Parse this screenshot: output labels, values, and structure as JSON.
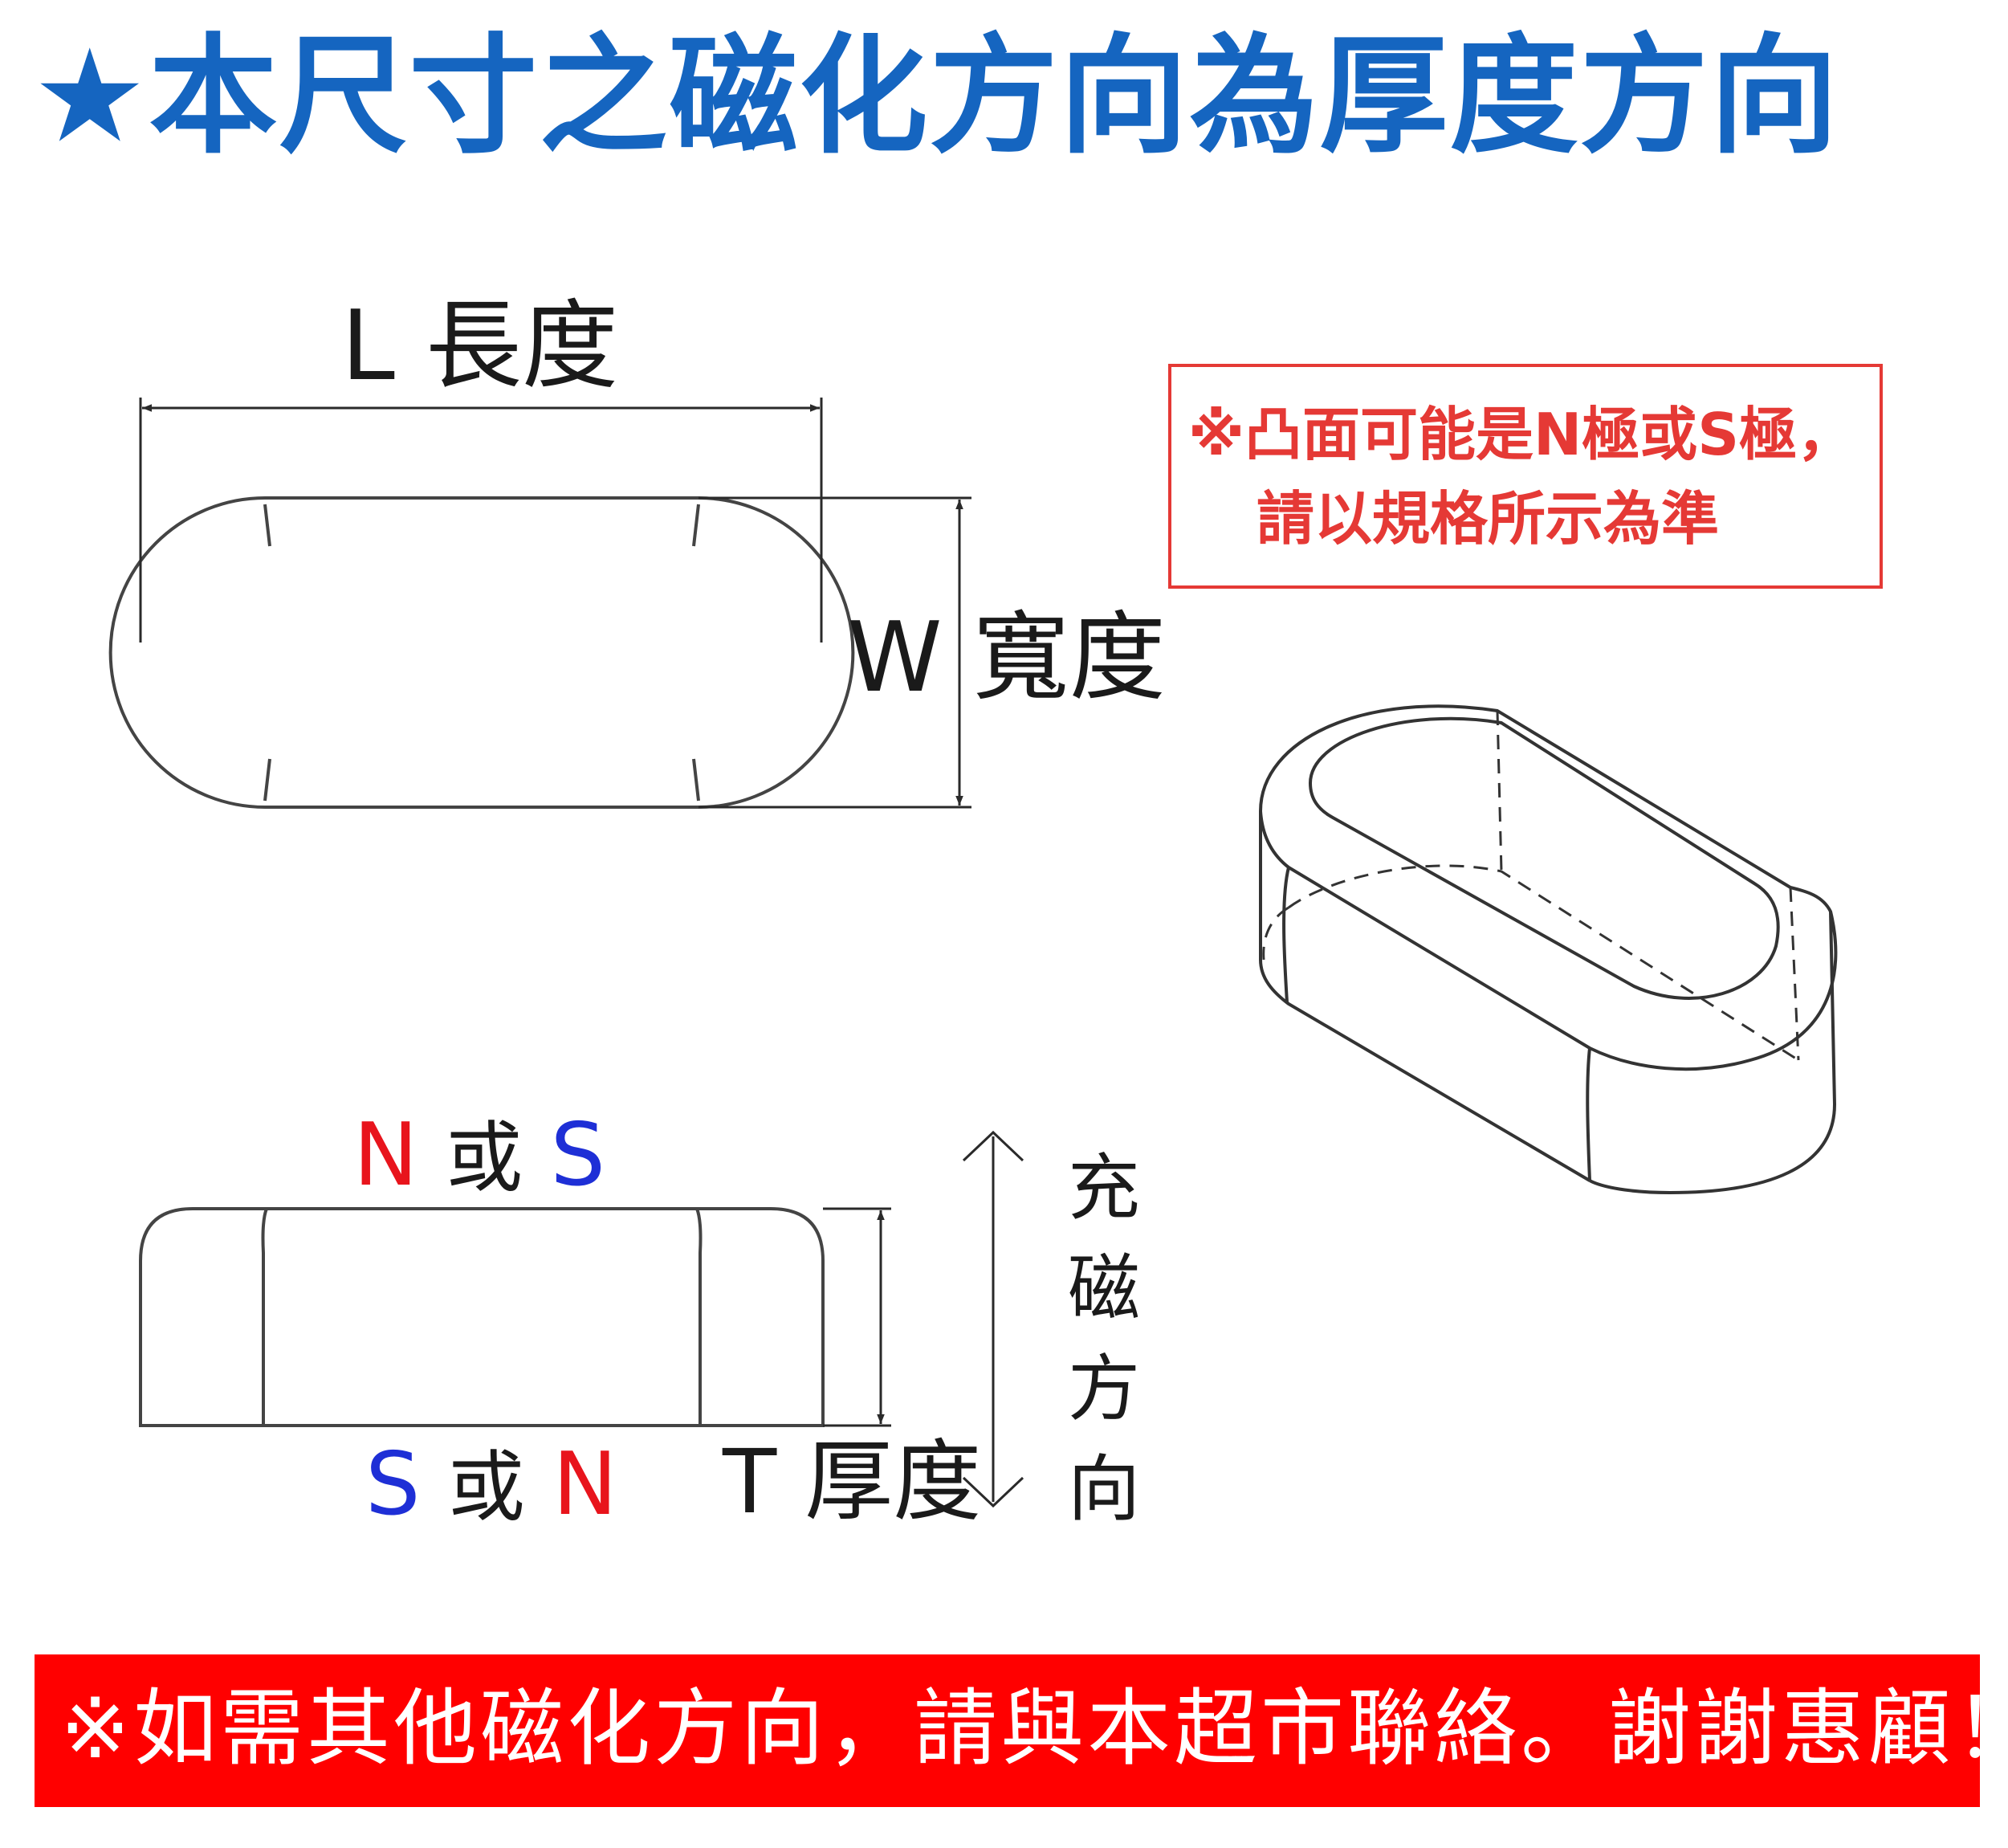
{
  "title": "★本尺寸之磁化方向為厚度方向",
  "top_view": {
    "length_label": "L 長度",
    "width_label": "W 寬度"
  },
  "note": {
    "line1": "※凸面可能是N極或S極，",
    "line2": "請以規格所示為準"
  },
  "side_view": {
    "top_pole_a": "N",
    "or": "或",
    "top_pole_b": "S",
    "bottom_pole_a": "S",
    "bottom_pole_b": "N",
    "thickness_label": "T 厚度",
    "magnetization_chars": [
      "充",
      "磁",
      "方",
      "向"
    ]
  },
  "footer": "※如需其他磁化方向，請與本超市聯絡。謝謝惠顧！",
  "colors": {
    "title": "#1565c0",
    "note": "#e53935",
    "footer_bg": "#ff0000",
    "north": "#e8141c",
    "south": "#1e2fd6"
  }
}
